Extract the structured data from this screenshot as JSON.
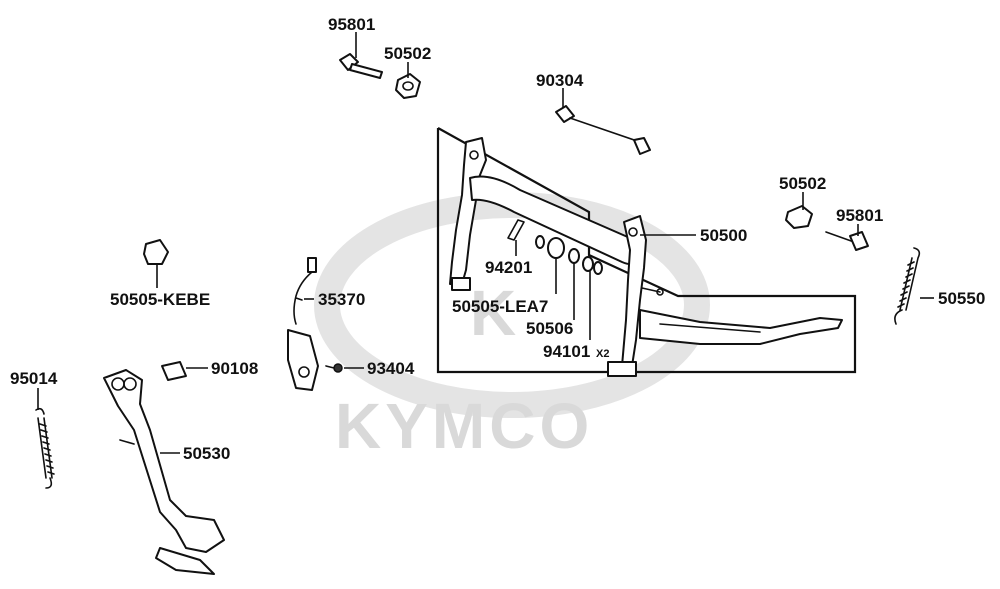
{
  "watermark": {
    "brand": "KYMCO",
    "logo_letter": "K"
  },
  "labels": {
    "p95801_top": "95801",
    "p50502_top": "50502",
    "p90304": "90304",
    "p50502_right": "50502",
    "p95801_right": "95801",
    "p50500": "50500",
    "p50550": "50550",
    "p94201": "94201",
    "p50505_lea7": "50505-LEA7",
    "p50506": "50506",
    "p94101": "94101",
    "p94101_qty": "X2",
    "p50505_kebe": "50505-KEBE",
    "p35370": "35370",
    "p90108": "90108",
    "p93404": "93404",
    "p95014": "95014",
    "p50530": "50530"
  },
  "colors": {
    "line": "#111111",
    "watermark": "#d9d9d9",
    "background": "#ffffff"
  }
}
